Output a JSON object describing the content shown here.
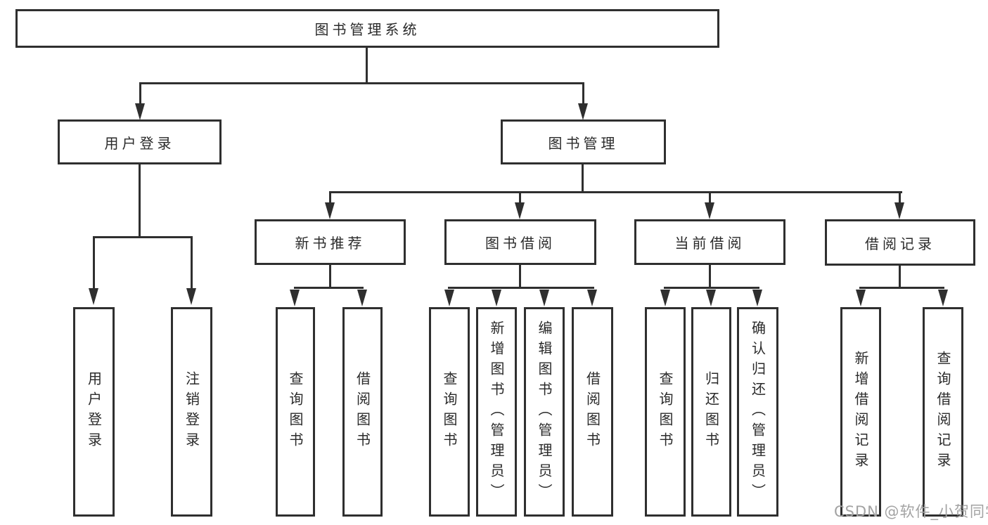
{
  "diagram": {
    "root": {
      "label": "图书管理系统"
    },
    "nodes": {
      "user_login": {
        "label": "用户登录",
        "children": [
          {
            "label": "用户登录"
          },
          {
            "label": "注销登录"
          }
        ]
      },
      "book_management": {
        "label": "图书管理",
        "children": [
          {
            "label": "新书推荐",
            "children": [
              {
                "label": "查询图书"
              },
              {
                "label": "借阅图书"
              }
            ]
          },
          {
            "label": "图书借阅",
            "children": [
              {
                "label": "查询图书"
              },
              {
                "label": "新增图书（管理员）"
              },
              {
                "label": "编辑图书（管理员）"
              },
              {
                "label": "借阅图书"
              }
            ]
          },
          {
            "label": "当前借阅",
            "children": [
              {
                "label": "查询图书"
              },
              {
                "label": "归还图书"
              },
              {
                "label": "确认归还（管理员）"
              }
            ]
          },
          {
            "label": "借阅记录",
            "children": [
              {
                "label": "新增借阅记录"
              },
              {
                "label": "查询借阅记录"
              }
            ]
          }
        ]
      }
    }
  },
  "watermark": {
    "text": "CSDN @软件_小贺同学"
  },
  "colors": {
    "line": "#2f2f2f",
    "box_fill": "#ffffff",
    "text": "#2a2a2a",
    "watermark": "#a3a3a3"
  }
}
